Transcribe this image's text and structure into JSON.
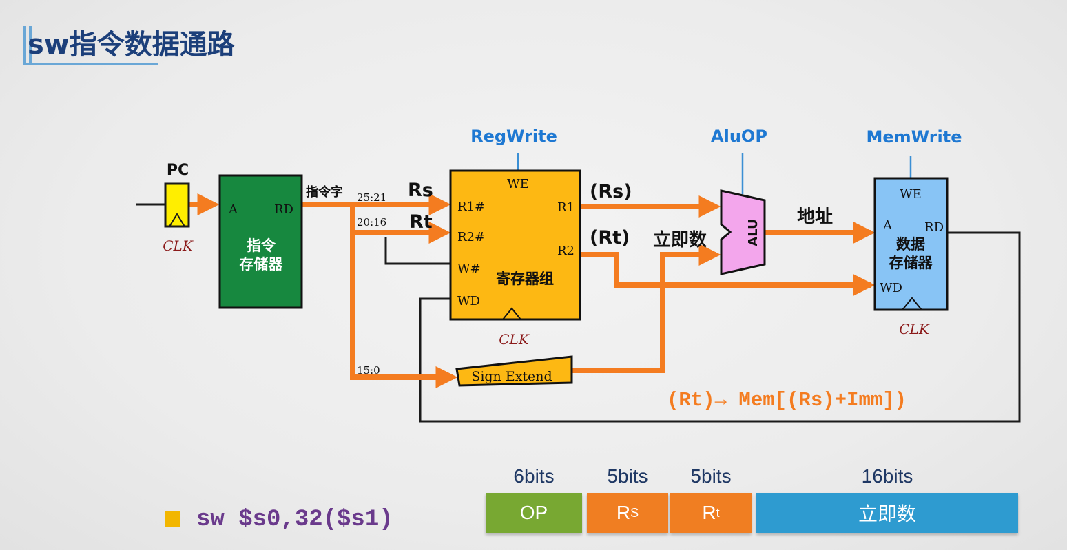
{
  "title": "sw指令数据通路",
  "colors": {
    "orange": "#f47c20",
    "title_blue": "#1c3f7a",
    "control_blue": "#1e78d2",
    "green": "#17883f",
    "regfile_yellow": "#fdb813",
    "alu_pink": "#f3a6ec",
    "mem_blue": "#88c4f5",
    "pc_yellow": "#ffee00"
  },
  "diagram": {
    "pc": {
      "label": "PC",
      "clk": "CLK"
    },
    "imem": {
      "port_a": "A",
      "port_rd": "RD",
      "name_line1": "指令",
      "name_line2": "存储器",
      "out_label": "指令字"
    },
    "bits": {
      "rs": "25:21",
      "rt": "20:16",
      "imm": "15:0"
    },
    "inputs": {
      "rs": "Rs",
      "rt": "Rt"
    },
    "regfile": {
      "control": "RegWrite",
      "we": "WE",
      "r1n": "R1#",
      "r2n": "R2#",
      "wn": "W#",
      "wd": "WD",
      "r1": "R1",
      "r2": "R2",
      "name": "寄存器组",
      "clk": "CLK"
    },
    "values": {
      "rs": "(Rs)",
      "rt": "(Rt)",
      "imm": "立即数"
    },
    "alu": {
      "control": "AluOP",
      "name": "ALU"
    },
    "address": "地址",
    "dmem": {
      "control": "MemWrite",
      "we": "WE",
      "port_a": "A",
      "port_rd": "RD",
      "port_wd": "WD",
      "name_line1": "数据",
      "name_line2": "存储器",
      "clk": "CLK"
    },
    "sign_extend": "Sign Extend",
    "formula": "(Rt)→ Mem[(Rs)+Imm])"
  },
  "instruction": "sw $s0,32($s1)",
  "format": {
    "fields": [
      {
        "bits": "6bits",
        "name": "OP",
        "sub": "",
        "color": "#78a832"
      },
      {
        "bits": "5bits",
        "name": "R",
        "sub": "S",
        "color": "#f07e22"
      },
      {
        "bits": "5bits",
        "name": "R",
        "sub": "t",
        "color": "#f07e22"
      },
      {
        "bits": "16bits",
        "name": "立即数",
        "sub": "",
        "color": "#2e9bd0"
      }
    ]
  }
}
